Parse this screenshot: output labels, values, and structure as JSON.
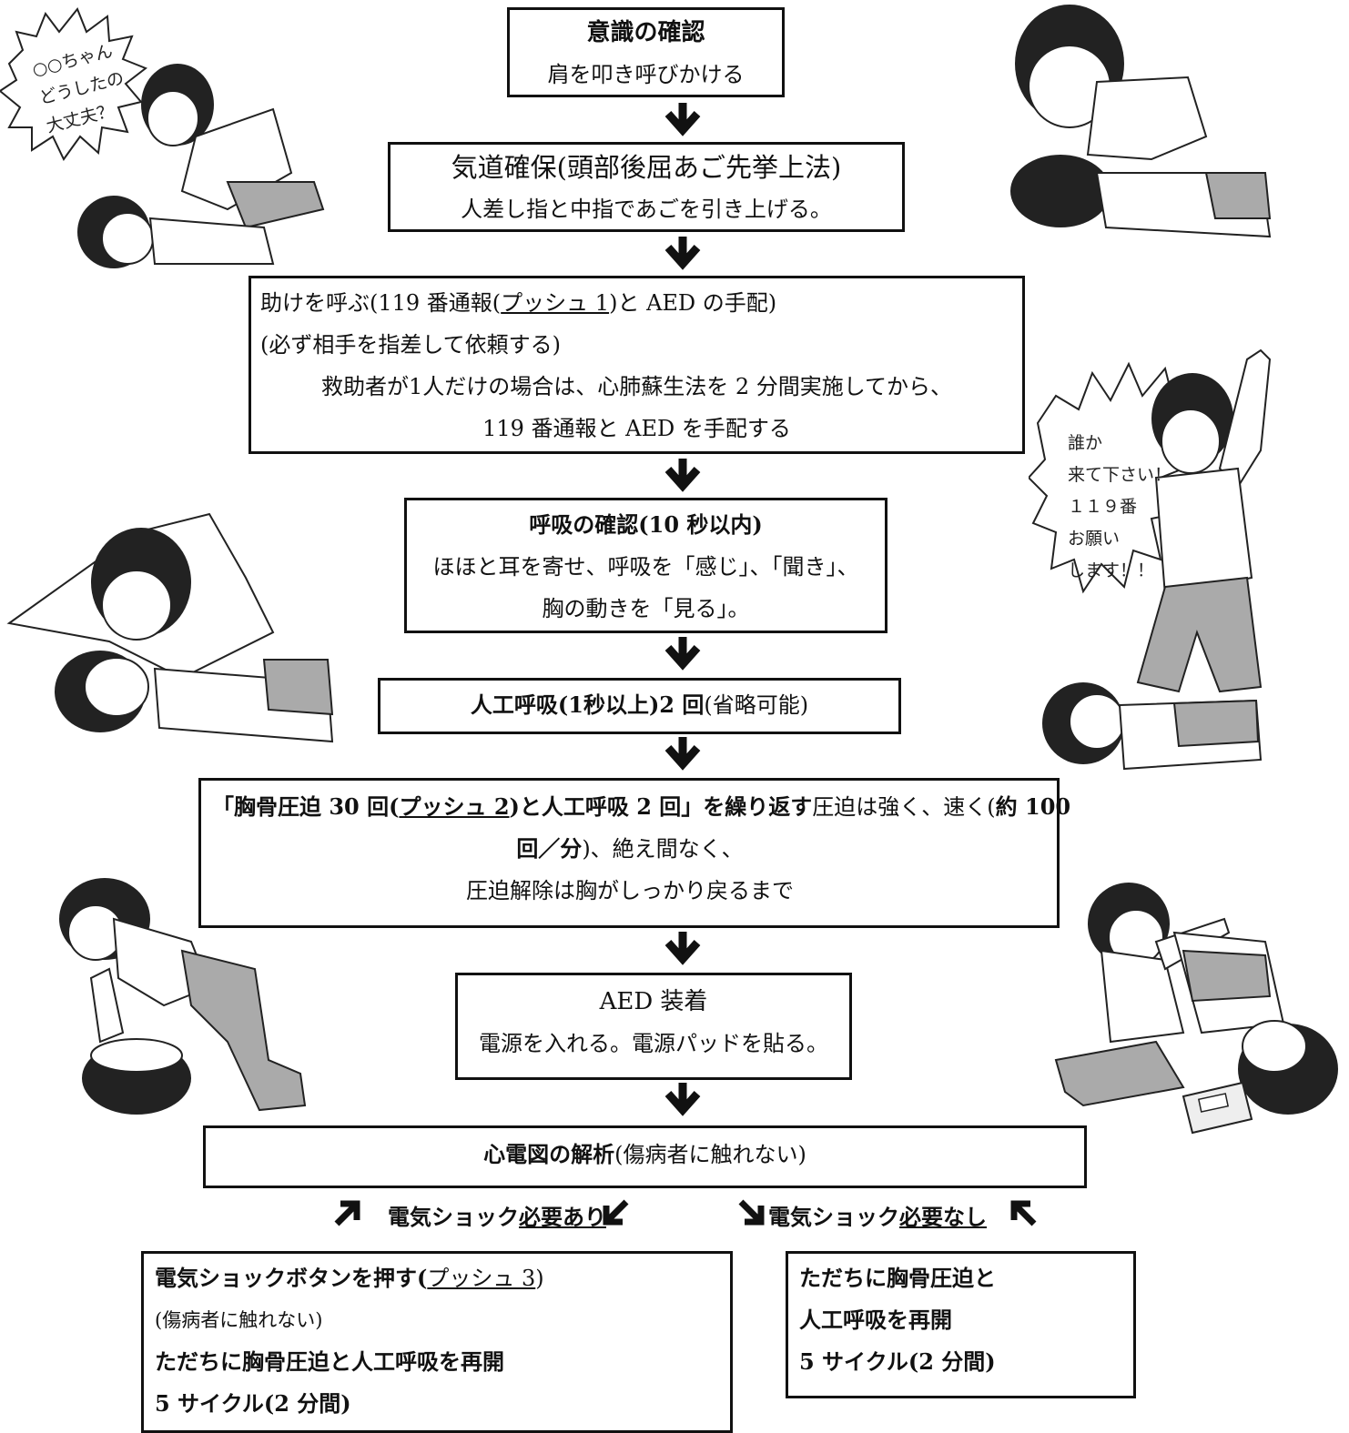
{
  "step1": {
    "title": "意識の確認",
    "body": "肩を叩き呼びかける"
  },
  "step2": {
    "title": "気道確保(頭部後屈あご先挙上法)",
    "body": "人差し指と中指であごを引き上げる。"
  },
  "step3": {
    "l1a": "助けを呼ぶ(119 番通報(",
    "l1u": "プッシュ 1",
    "l1b": ")と AED の手配)",
    "l2": "(必ず相手を指差して依頼する)",
    "l3": "救助者が1人だけの場合は、心肺蘇生法を 2 分間実施してから、",
    "l4": "119 番通報と AED を手配する"
  },
  "step4": {
    "title": "呼吸の確認(10 秒以内)",
    "body1": "ほほと耳を寄せ、呼吸を「感じ」、「聞き」、",
    "body2": "胸の動きを「見る」。"
  },
  "step5": {
    "title": "人工呼吸(1秒以上)2 回",
    "note": "(省略可能)"
  },
  "step6": {
    "a": "「胸骨圧迫 30 回(",
    "u": "プッシュ 2",
    "b": ")と人工呼吸 2 回」を繰り返す",
    "c": "圧迫は強く、速く(",
    "d": "約 100",
    "e": "回／分",
    "f": ")、絶え間なく、",
    "g": "圧迫解除は胸がしっかり戻るまで"
  },
  "step7": {
    "title": "AED 装着",
    "body": "電源を入れる。電源パッドを貼る。"
  },
  "step8": {
    "title": "心電図の解析",
    "note": "(傷病者に触れない)"
  },
  "branch_yes": {
    "a": "電気ショック",
    "u": "必要あり"
  },
  "branch_no": {
    "a": "電気ショック",
    "u": "必要なし"
  },
  "left_result": {
    "l1a": "電気ショックボタンを押す(",
    "l1u": "プッシュ 3",
    "l1b": ")",
    "l2": "(傷病者に触れない)",
    "l3": "ただちに胸骨圧迫と人工呼吸を再開",
    "l4": "5 サイクル(2 分間)"
  },
  "right_result": {
    "l1": "ただちに胸骨圧迫と",
    "l2": "人工呼吸を再開",
    "l3": "5 サイクル(2 分間)"
  },
  "bubble_left": [
    "○○ちゃん",
    "どうしたの",
    "大丈夫？"
  ],
  "bubble_right": [
    "誰か",
    "来て下さい！",
    "１１９番",
    "お願い",
    "します！！"
  ]
}
